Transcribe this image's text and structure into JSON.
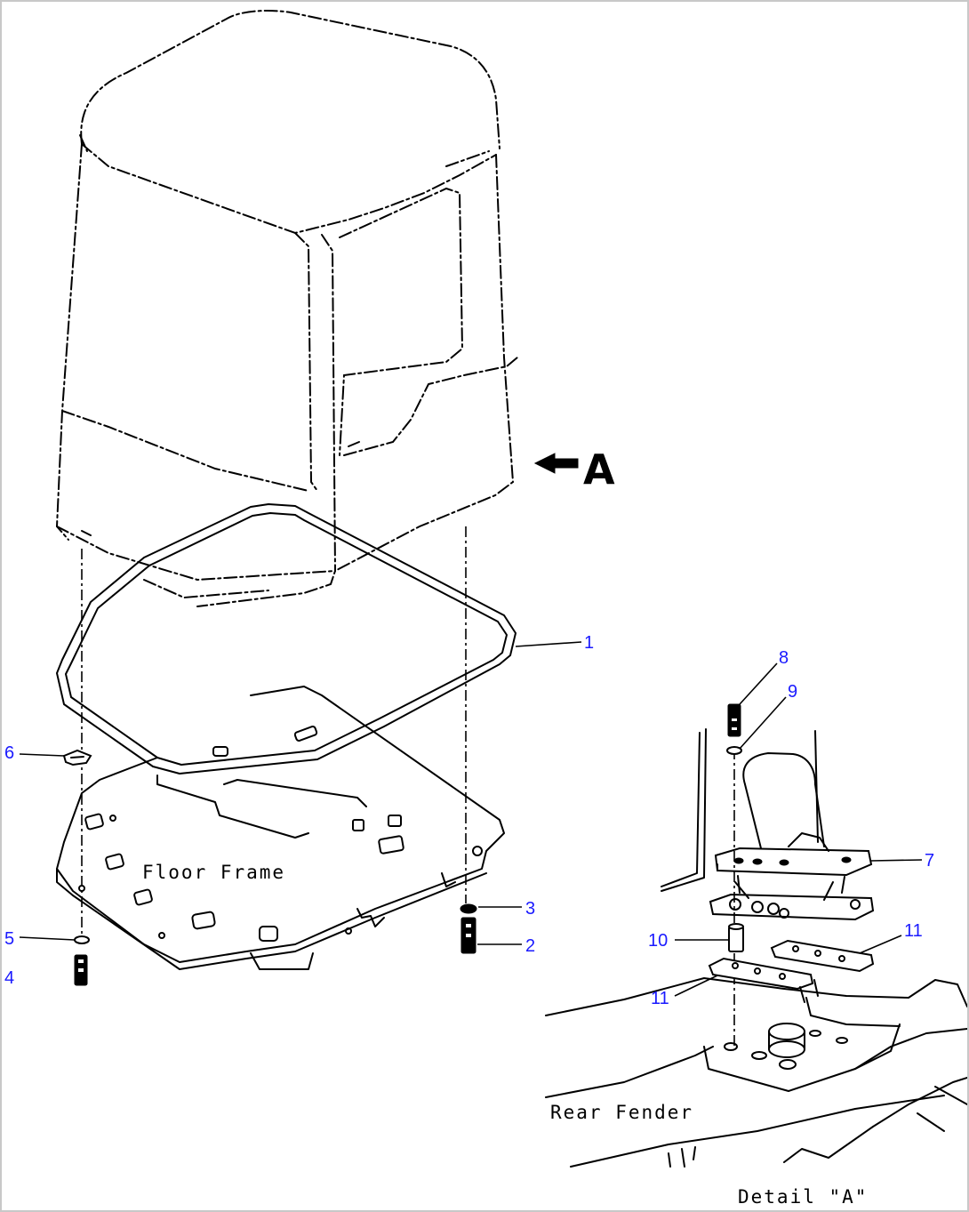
{
  "callouts": {
    "p1": "1",
    "p2": "2",
    "p3": "3",
    "p4": "4",
    "p5": "5",
    "p6": "6",
    "p7": "7",
    "p8": "8",
    "p9": "9",
    "p10": "10",
    "p11a": "11",
    "p11b": "11"
  },
  "labels": {
    "floor_frame": "Floor Frame",
    "rear_fender": "Rear Fender",
    "detail_a": "Detail \"A\"",
    "view_letter": "A"
  },
  "colors": {
    "callout_text": "#1a1aff",
    "line": "#000000",
    "background": "#ffffff"
  }
}
